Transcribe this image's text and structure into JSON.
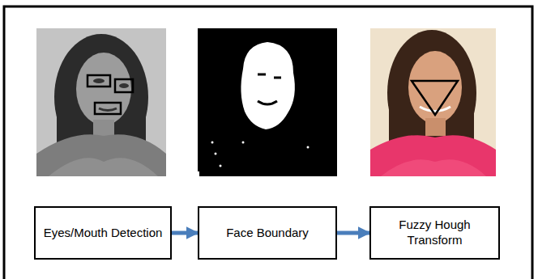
{
  "diagram": {
    "nodes": [
      {
        "text": [
          "Eyes/Mouth Detection"
        ]
      },
      {
        "text": [
          "Face Boundary"
        ]
      },
      {
        "text": [
          "Fuzzy Hough Transform"
        ]
      }
    ],
    "edges": [
      {
        "from": 0,
        "to": 1,
        "arrow": "to"
      },
      {
        "from": 1,
        "to": 2,
        "arrow": "to"
      }
    ]
  }
}
